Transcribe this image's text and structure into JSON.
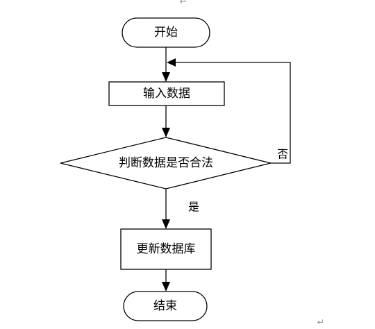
{
  "nodes": {
    "start": "开始",
    "input": "输入数据",
    "decision": "判断数据是否合法",
    "update": "更新数据库",
    "end": "结束"
  },
  "edges": {
    "yes": "是",
    "no": "否"
  },
  "marks": {
    "paragraph": "↵"
  }
}
